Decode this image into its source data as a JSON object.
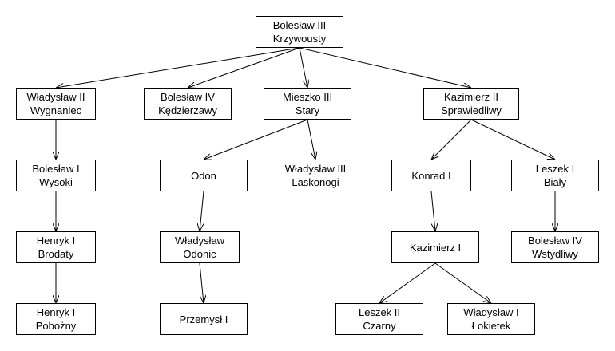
{
  "nodes": [
    {
      "id": "boleslaw3",
      "label": "Bolesław III\nKrzywousty"
    },
    {
      "id": "wladyslaw2",
      "label": "Władysław II\nWygnaniec"
    },
    {
      "id": "boleslaw4k",
      "label": "Bolesław IV\nKędzierzawy"
    },
    {
      "id": "mieszko3",
      "label": "Mieszko III\nStary"
    },
    {
      "id": "kazimierz2",
      "label": "Kazimierz II\nSprawiedliwy"
    },
    {
      "id": "boleslaw1",
      "label": "Bolesław I\nWysoki"
    },
    {
      "id": "odon",
      "label": "Odon"
    },
    {
      "id": "wladyslaw3",
      "label": "Władysław III\nLaskonogi"
    },
    {
      "id": "konrad1",
      "label": "Konrad I"
    },
    {
      "id": "leszek1",
      "label": "Leszek I\nBiały"
    },
    {
      "id": "henryk1b",
      "label": "Henryk I\nBrodaty"
    },
    {
      "id": "wladyslawo",
      "label": "Władysław\nOdonic"
    },
    {
      "id": "kazimierz1",
      "label": "Kazimierz I"
    },
    {
      "id": "boleslaw4w",
      "label": "Bolesław IV\nWstydliwy"
    },
    {
      "id": "henryk1p",
      "label": "Henryk I\nPobożny"
    },
    {
      "id": "przemysl1",
      "label": "Przemysł I"
    },
    {
      "id": "leszek2",
      "label": "Leszek II\nCzarny"
    },
    {
      "id": "wladyslaw1",
      "label": "Władysław I\nŁokietek"
    }
  ],
  "edges": [
    [
      "boleslaw3",
      "wladyslaw2"
    ],
    [
      "boleslaw3",
      "boleslaw4k"
    ],
    [
      "boleslaw3",
      "mieszko3"
    ],
    [
      "boleslaw3",
      "kazimierz2"
    ],
    [
      "wladyslaw2",
      "boleslaw1"
    ],
    [
      "boleslaw1",
      "henryk1b"
    ],
    [
      "henryk1b",
      "henryk1p"
    ],
    [
      "mieszko3",
      "odon"
    ],
    [
      "mieszko3",
      "wladyslaw3"
    ],
    [
      "odon",
      "wladyslawo"
    ],
    [
      "wladyslawo",
      "przemysl1"
    ],
    [
      "kazimierz2",
      "konrad1"
    ],
    [
      "kazimierz2",
      "leszek1"
    ],
    [
      "konrad1",
      "kazimierz1"
    ],
    [
      "kazimierz1",
      "leszek2"
    ],
    [
      "kazimierz1",
      "wladyslaw1"
    ],
    [
      "leszek1",
      "boleslaw4w"
    ]
  ]
}
